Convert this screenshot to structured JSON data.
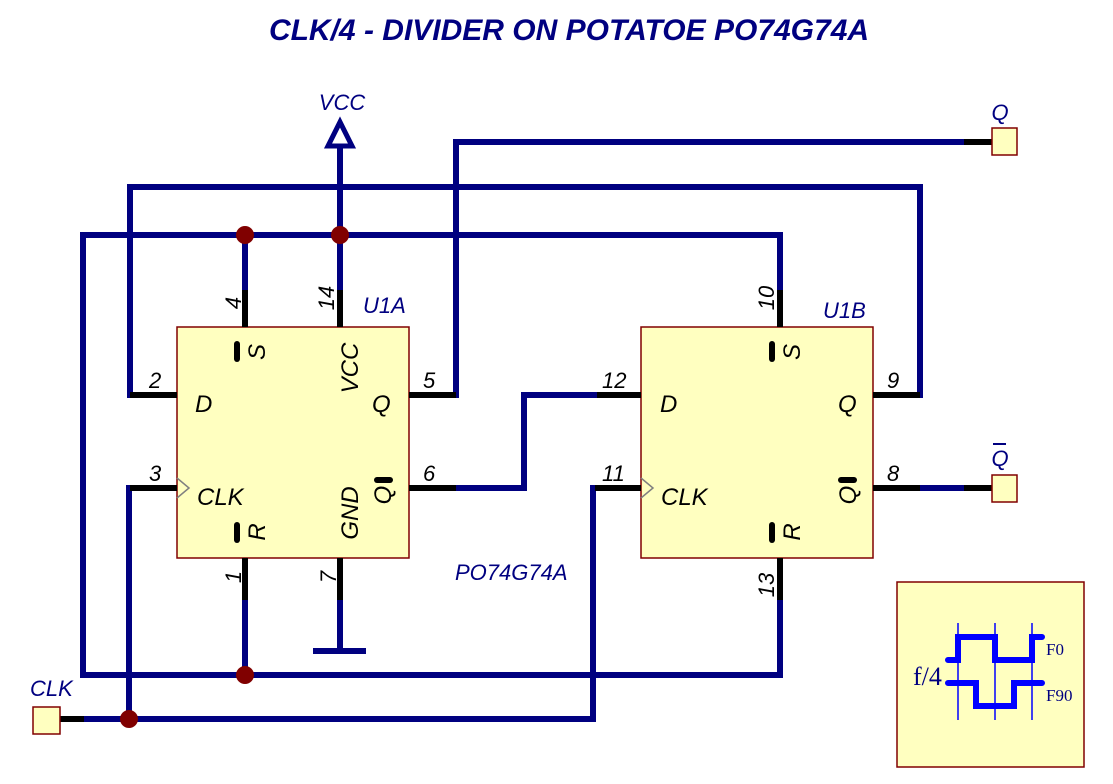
{
  "title": "CLK/4 - DIVIDER ON POTATOE PO74G74A",
  "colors": {
    "wire": "#000080",
    "pin": "#000000",
    "chip_fill": "#ffffc0",
    "chip_border": "#800000",
    "junction": "#800000",
    "waveform": "#0000ff"
  },
  "power": {
    "vcc_label": "VCC"
  },
  "ports": {
    "q_label": "Q",
    "qbar_label": "Q",
    "clk_label": "CLK"
  },
  "part_name": "PO74G74A",
  "u1a": {
    "designator": "U1A",
    "pins": {
      "s": {
        "num": "4",
        "name": "S"
      },
      "vcc": {
        "num": "14",
        "name": "VCC"
      },
      "d": {
        "num": "2",
        "name": "D"
      },
      "q": {
        "num": "5",
        "name": "Q"
      },
      "clk": {
        "num": "3",
        "name": "CLK"
      },
      "qbar": {
        "num": "6",
        "name": "Q"
      },
      "r": {
        "num": "1",
        "name": "R"
      },
      "gnd": {
        "num": "7",
        "name": "GND"
      }
    }
  },
  "u1b": {
    "designator": "U1B",
    "pins": {
      "s": {
        "num": "10",
        "name": "S"
      },
      "d": {
        "num": "12",
        "name": "D"
      },
      "q": {
        "num": "9",
        "name": "Q"
      },
      "clk": {
        "num": "11",
        "name": "CLK"
      },
      "qbar": {
        "num": "8",
        "name": "Q"
      },
      "r": {
        "num": "13",
        "name": "R"
      }
    }
  },
  "legend": {
    "freq_label": "f/4",
    "f0_label": "F0",
    "f90_label": "F90"
  }
}
